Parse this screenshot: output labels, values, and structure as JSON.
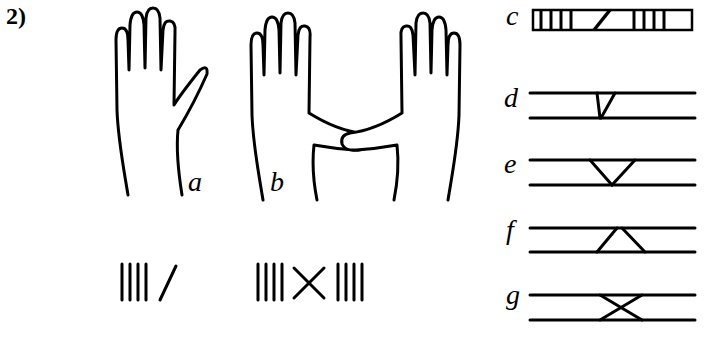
{
  "diagram": {
    "labels": [
      "2)",
      "a",
      "b",
      "c",
      "d",
      "e",
      "f",
      "g"
    ]
  }
}
